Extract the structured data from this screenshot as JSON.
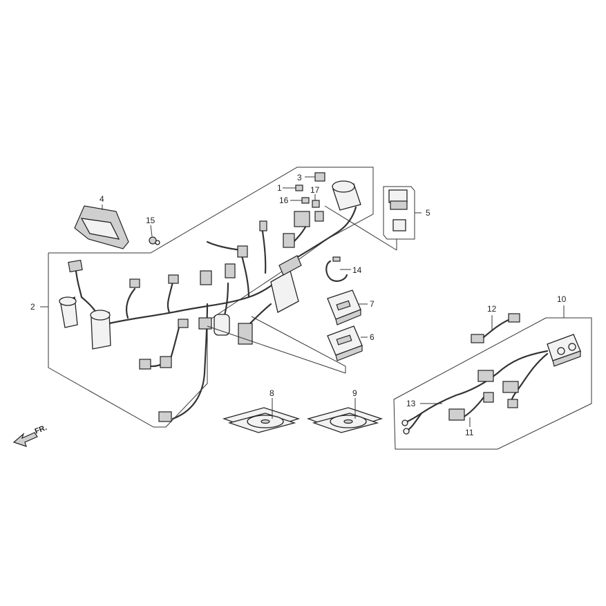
{
  "callouts": [
    "1",
    "2",
    "3",
    "4",
    "5",
    "6",
    "7",
    "8",
    "9",
    "10",
    "11",
    "12",
    "13",
    "14",
    "15",
    "16",
    "17"
  ],
  "front_marker": "FR."
}
